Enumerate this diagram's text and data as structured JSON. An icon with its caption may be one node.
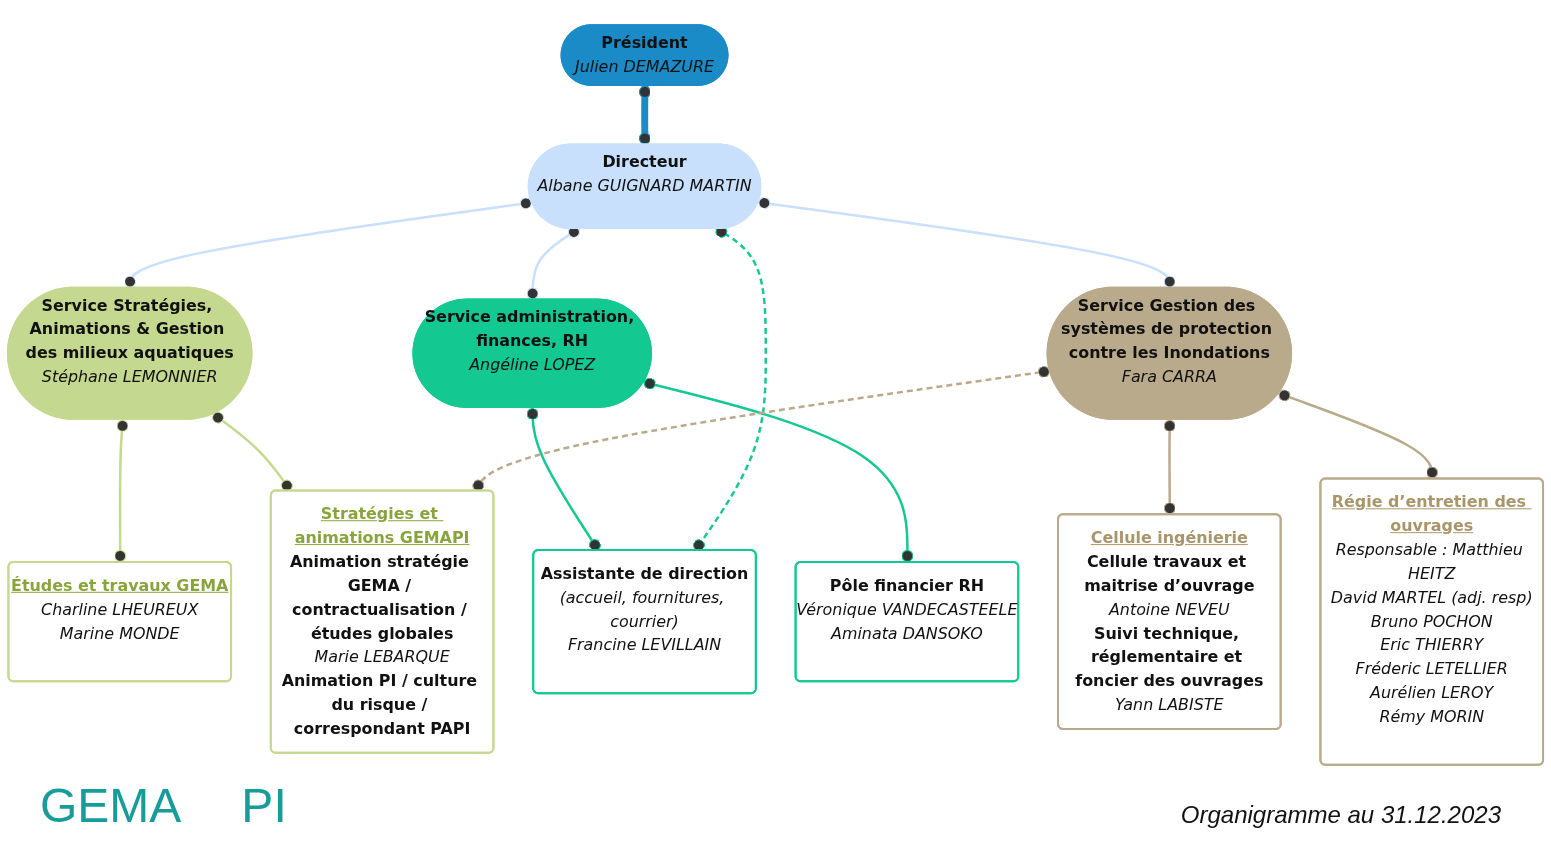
{
  "diagram": {
    "caption": "Organigramme au 31.12.2023",
    "nodes": [
      {
        "text": [
          "Président",
          "Julien DEMAZURE"
        ]
      },
      {
        "text": [
          "Études et travaux GEMA",
          "Charline LHEUREUX",
          "Marine MONDE"
        ]
      },
      {
        "text": [
          "Service Stratégies, Animations & Gestion des milieux aquatiques",
          "Stéphane LEMONNIER"
        ]
      },
      {
        "text": [
          "Directeur",
          "Albane GUIGNARD MARTIN"
        ]
      },
      {
        "text": [
          "Service administration, finances, RH",
          "Angéline LOPEZ"
        ]
      },
      {
        "text": [
          "Assistante de direction",
          "(accueil, fournitures, courrier)",
          "Francine LEVILLAIN"
        ]
      },
      {
        "text": [
          "Pôle financier RH",
          "Véronique VANDECASTEELE",
          "Aminata DANSOKO"
        ]
      },
      {
        "text": [
          "Stratégies et animations GEMAPI",
          "Animation stratégie GEMA / contractualisation / études globales",
          "Marie LEBARQUE",
          "Animation PI / culture du risque / correspondant PAPI"
        ]
      },
      {
        "text": [
          "Service Gestion des systèmes de protection contre les Inondations",
          "Fara CARRA"
        ]
      },
      {
        "text": [
          "Cellule ingénierie",
          "Cellule travaux et maitrise d’ouvrage",
          "Antoine NEVEU",
          "Suivi technique, réglementaire et foncier des ouvrages",
          "Yann LABISTE"
        ]
      },
      {
        "text": [
          "Régie d’entretien des ouvrages",
          "Responsable : Matthieu HEITZ",
          "David MARTEL (adj. resp)",
          "Bruno POCHON",
          "Eric THIERRY",
          "Fréderic LETELLIER",
          "Aurélien LEROY",
          "Rémy MORIN"
        ]
      }
    ],
    "edges": [
      {
        "from": 0,
        "to": 3,
        "arrow": "other",
        "style": "thick",
        "color": "#1b8bc8"
      },
      {
        "from": 2,
        "to": 1,
        "arrow": "other",
        "color": "#c5d88f"
      },
      {
        "from": 3,
        "to": 2,
        "arrow": "other",
        "color": "#c8e0fb"
      },
      {
        "from": 3,
        "to": 4,
        "arrow": "other",
        "color": "#c8e0fb"
      },
      {
        "from": 4,
        "to": 5,
        "arrow": "other",
        "color": "#14c891"
      },
      {
        "from": 4,
        "to": 6,
        "arrow": "other",
        "color": "#14c891"
      },
      {
        "from": 3,
        "to": 5,
        "arrow": "other",
        "style": "dashed",
        "color": "#14c891"
      },
      {
        "from": 2,
        "to": 7,
        "arrow": "other",
        "color": "#c5d88f"
      },
      {
        "from": 3,
        "to": 8,
        "arrow": "other",
        "color": "#c8e0fb"
      },
      {
        "from": 8,
        "to": 7,
        "arrow": "other",
        "style": "dashed",
        "color": "#b9aa8b"
      },
      {
        "from": 8,
        "to": 9,
        "arrow": "other",
        "color": "#b9aa8b"
      },
      {
        "from": 8,
        "to": 10,
        "arrow": "other",
        "color": "#b9aa8b"
      }
    ],
    "labels": [
      "GEMA",
      "PI"
    ]
  }
}
